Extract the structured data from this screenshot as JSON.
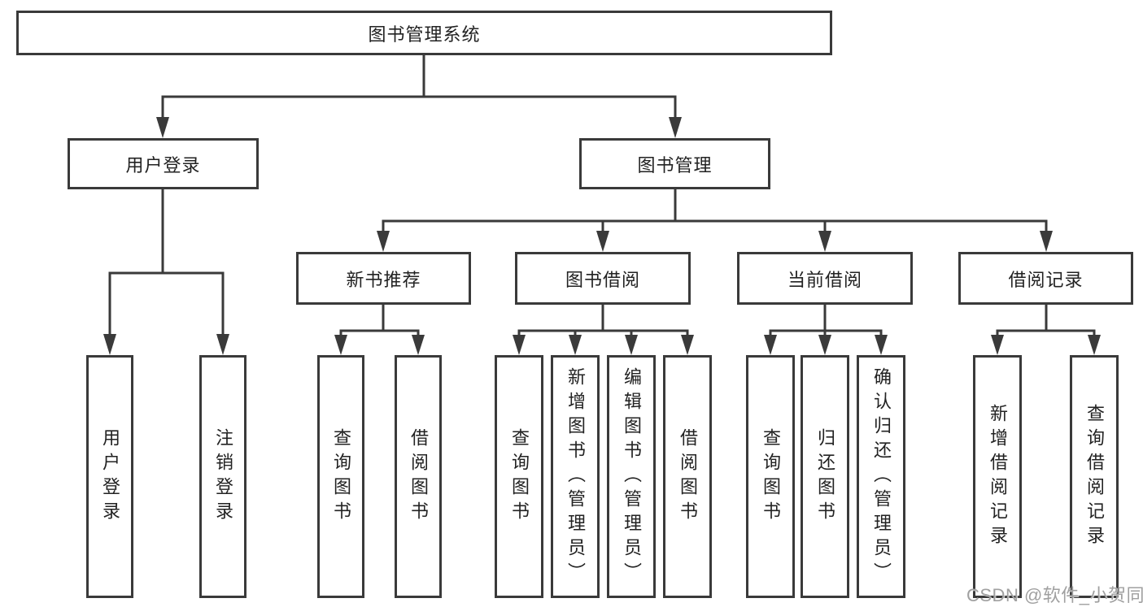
{
  "diagram": {
    "title": "图书管理系统",
    "branches": [
      {
        "label": "用户登录",
        "leaves": [
          "用户登录",
          "注销登录"
        ]
      },
      {
        "label": "图书管理",
        "groups": [
          {
            "label": "新书推荐",
            "leaves": [
              "查询图书",
              "借阅图书"
            ]
          },
          {
            "label": "图书借阅",
            "leaves": [
              "查询图书",
              "新增图书（管理员）",
              "编辑图书（管理员）",
              "借阅图书"
            ]
          },
          {
            "label": "当前借阅",
            "leaves": [
              "查询图书",
              "归还图书",
              "确认归还（管理员）"
            ]
          },
          {
            "label": "借阅记录",
            "leaves": [
              "新增借阅记录",
              "查询借阅记录"
            ]
          }
        ]
      }
    ]
  },
  "watermark": {
    "text": "CSDN @软件_小贺同学"
  },
  "colors": {
    "background": "#ffffff",
    "line": "#3a3a3a",
    "box_border": "#3a3a3a",
    "text": "#222222",
    "watermark_text": "#a0a0a0"
  }
}
